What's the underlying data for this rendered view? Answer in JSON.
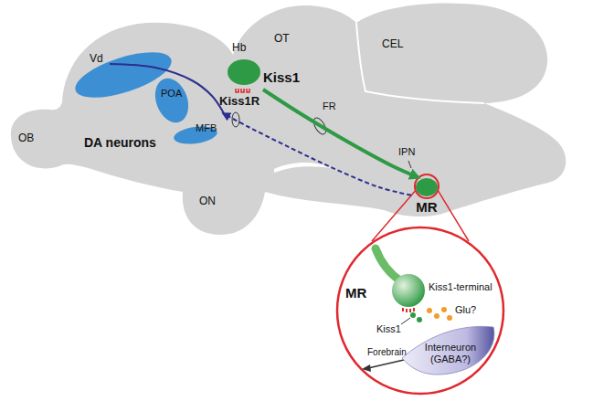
{
  "diagram": {
    "nodes": [
      {
        "text": [
          "Kiss1"
        ]
      },
      {
        "text": [
          "MR"
        ]
      },
      {
        "text": [
          "DA neurons"
        ]
      },
      {
        "text": [
          "MR"
        ]
      },
      {
        "text": [
          "Kiss1-terminal"
        ],
        "in": 3
      },
      {
        "text": [
          "Interneuron (GABA?)"
        ],
        "in": 3
      }
    ],
    "edges": [
      {
        "from": 0,
        "to": 1,
        "arrow": "to"
      },
      {
        "from": 1,
        "to": 2,
        "arrow": "to"
      }
    ],
    "labels": [
      "OT",
      "CEL",
      "Vd",
      "Hb",
      "Kiss1R",
      "OB",
      "POA",
      "MFB",
      "FR",
      "ON",
      "IPN",
      "Glu?",
      "Kiss1",
      "Forebrain"
    ]
  }
}
